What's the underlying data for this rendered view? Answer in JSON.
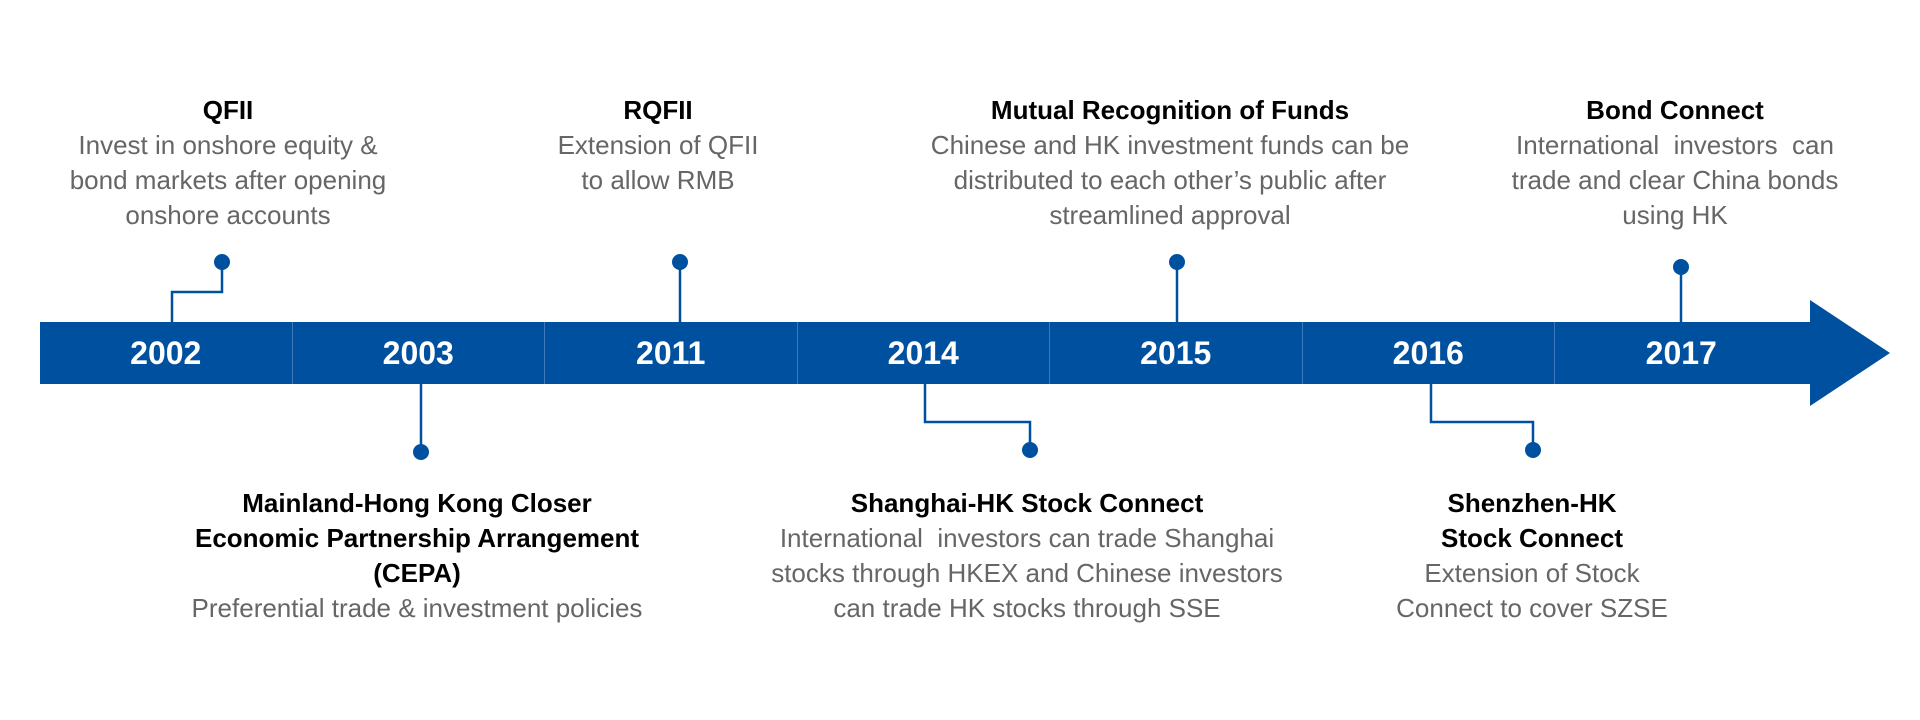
{
  "colors": {
    "band": "#0050a0",
    "title_text": "#000000",
    "description_text": "#666666",
    "year_text": "#ffffff"
  },
  "years": [
    "2002",
    "2003",
    "2011",
    "2014",
    "2015",
    "2016",
    "2017"
  ],
  "events": [
    {
      "year": "2002",
      "position": "above",
      "title": [
        "QFII"
      ],
      "description": [
        "Invest in onshore equity &",
        "bond markets after opening",
        "onshore accounts"
      ]
    },
    {
      "year": "2003",
      "position": "below",
      "title": [
        "Mainland-Hong Kong Closer",
        "Economic Partnership Arrangement",
        "(CEPA)"
      ],
      "description": [
        "Preferential trade & investment policies"
      ]
    },
    {
      "year": "2011",
      "position": "above",
      "title": [
        "RQFII"
      ],
      "description": [
        "Extension of QFII",
        "to allow RMB"
      ]
    },
    {
      "year": "2014",
      "position": "below",
      "title": [
        "Shanghai-HK Stock Connect"
      ],
      "description": [
        "International  investors can trade Shanghai",
        "stocks through HKEX and Chinese investors",
        "can trade HK stocks through SSE"
      ]
    },
    {
      "year": "2015",
      "position": "above",
      "title": [
        "Mutual Recognition of Funds"
      ],
      "description": [
        "Chinese and HK investment funds can be",
        "distributed to each other’s public after",
        "streamlined approval"
      ]
    },
    {
      "year": "2016",
      "position": "below",
      "title": [
        "Shenzhen-HK",
        "Stock Connect"
      ],
      "description": [
        "Extension of Stock",
        "Connect to cover SZSE"
      ]
    },
    {
      "year": "2017",
      "position": "above",
      "title": [
        "Bond Connect"
      ],
      "description": [
        "International  investors  can",
        "trade and clear China bonds",
        "using HK"
      ]
    }
  ]
}
